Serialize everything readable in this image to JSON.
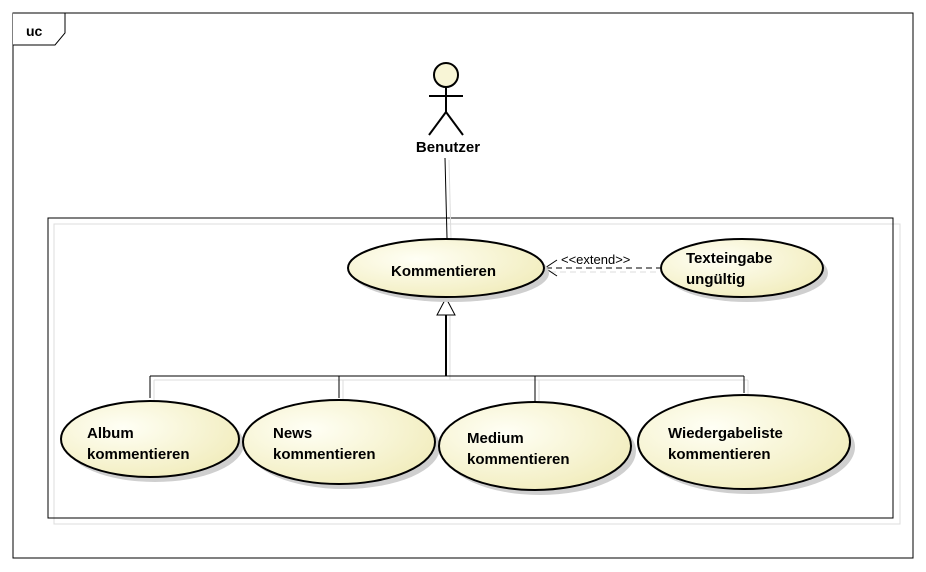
{
  "frame": {
    "label": "uc"
  },
  "actor": {
    "name": "Benutzer",
    "icon": "stick-figure-icon"
  },
  "use_cases": {
    "kommentieren": {
      "lines": [
        "Kommentieren"
      ]
    },
    "texteingabe": {
      "lines": [
        "Texteingabe",
        "ungültig"
      ]
    },
    "album": {
      "lines": [
        "Album",
        "kommentieren"
      ]
    },
    "news": {
      "lines": [
        "News",
        "kommentieren"
      ]
    },
    "medium": {
      "lines": [
        "Medium",
        "kommentieren"
      ]
    },
    "wiedergabeliste": {
      "lines": [
        "Wiedergabeliste",
        "kommentieren"
      ]
    }
  },
  "relations": {
    "extend_label": "<<extend>>"
  },
  "colors": {
    "usecase_fill_light": "#fffff0",
    "usecase_fill_dark": "#f3eec0",
    "actor_head_fill": "#f8f5d6",
    "shadow": "#c8c8c8"
  }
}
